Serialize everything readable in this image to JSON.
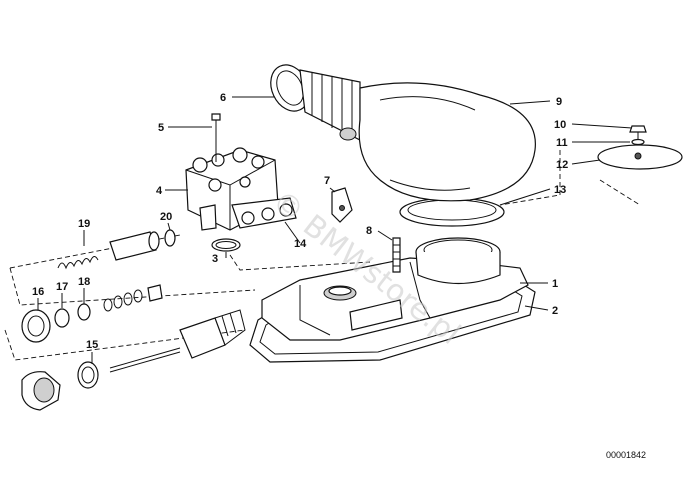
{
  "diagram": {
    "drawing_code": "00001842",
    "watermark": "© BMWstore.pl",
    "callouts": [
      "1",
      "2",
      "3",
      "4",
      "5",
      "6",
      "7",
      "8",
      "9",
      "10",
      "11",
      "12",
      "13",
      "14",
      "15",
      "16",
      "17",
      "18",
      "19",
      "20"
    ]
  }
}
